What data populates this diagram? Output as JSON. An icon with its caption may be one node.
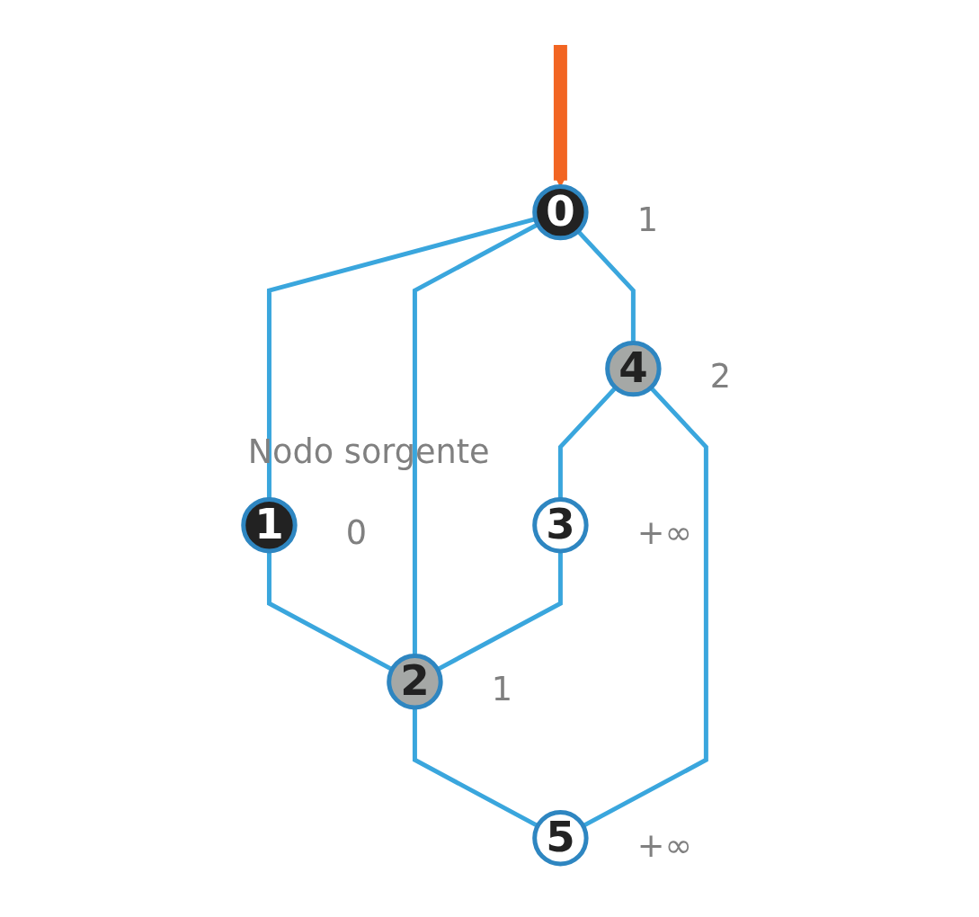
{
  "diagram": {
    "nodes": [
      {
        "text": [
          "1"
        ],
        "beside": [
          "Nodo sorgente",
          "0"
        ]
      },
      {
        "text": [
          "0"
        ],
        "beside": [
          "1"
        ]
      },
      {
        "text": [
          "2"
        ],
        "beside": [
          "1"
        ]
      },
      {
        "text": [
          "4"
        ],
        "beside": [
          "2"
        ]
      },
      {
        "text": [
          "3"
        ],
        "beside": [
          "+∞"
        ]
      },
      {
        "text": [
          "5"
        ],
        "beside": [
          "+∞"
        ]
      }
    ],
    "edges": [
      {
        "from": null,
        "to": 1,
        "arrow": "to",
        "style": "thick",
        "color": "#f26522"
      },
      {
        "from": 1,
        "to": 0,
        "arrow": "none"
      },
      {
        "from": 0,
        "to": 2,
        "arrow": "none"
      },
      {
        "from": 1,
        "to": 2,
        "arrow": "none"
      },
      {
        "from": 1,
        "to": 3,
        "arrow": "none"
      },
      {
        "from": 3,
        "to": 4,
        "arrow": "none"
      },
      {
        "from": 4,
        "to": 2,
        "arrow": "none"
      },
      {
        "from": 2,
        "to": 5,
        "arrow": "none"
      },
      {
        "from": 3,
        "to": 5,
        "arrow": "none"
      }
    ]
  }
}
